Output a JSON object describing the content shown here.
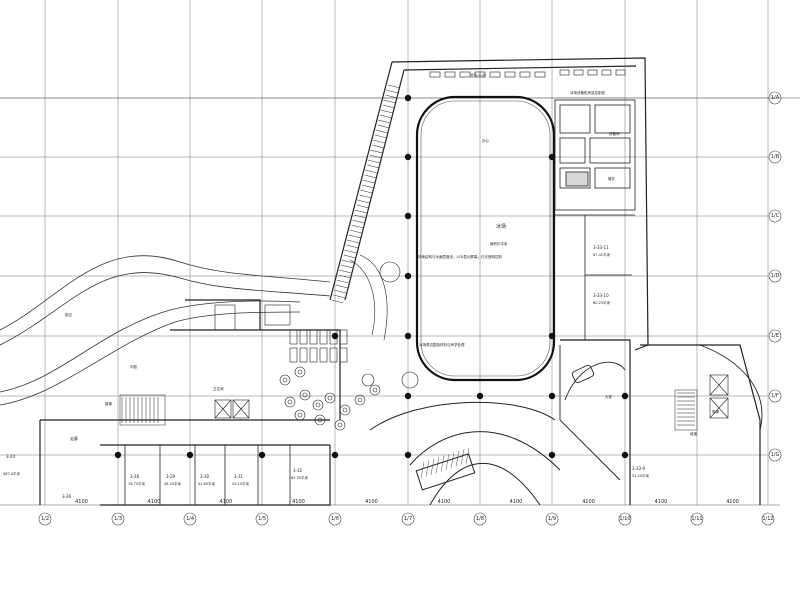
{
  "grid": {
    "cols": [
      "1/2",
      "1/3",
      "1/4",
      "1/5",
      "1/6",
      "1/7",
      "1/8",
      "1/9",
      "1/10",
      "1/11",
      "1/12"
    ],
    "rows": [
      "1/A",
      "1/B",
      "1/C",
      "1/D",
      "1/E",
      "1/F"
    ],
    "col_spans": [
      "4100",
      "4100",
      "4100",
      "4100",
      "4100",
      "4100",
      "4100",
      "4100",
      "4100",
      "4100"
    ]
  },
  "labels": {
    "rink": "冰场",
    "rink_area": "面积约平米",
    "rink_note": "场地结构与冰面层做法；LED显示屏幕；灯光音响控制",
    "rink_note2": "冰场周边围挡材料与声学处理",
    "top_label": "室外平台",
    "top_right": "冰场设备机房及控制室",
    "right_shop1": "3-33-11",
    "right_shop1_area": "67.41平米",
    "right_shop2": "3-33-10",
    "right_shop2_area": "60.23平米",
    "shop_328": "3-28",
    "shop_328_area": "76.75平米",
    "shop_329": "3-29",
    "shop_329_area": "48.20平米",
    "shop_330": "3-30",
    "shop_330_area": "42.60平米",
    "shop_331": "3-31",
    "shop_331_area": "43.15平米",
    "shop_332": "3-32",
    "shop_332_area": "62.35平米",
    "shop_324": "3-24",
    "shop_324_area": "487.4平米",
    "shop_326": "3-26",
    "shop_333_9": "3-33-9",
    "shop_333_9_area": "51.20平米",
    "corridor": "走廊",
    "stair": "楼梯",
    "atrium": "中庭",
    "void": "挑空",
    "elevator": "电梯",
    "pipe_well": "管井",
    "toilet": "卫生间",
    "office": "办公",
    "equip": "设备间",
    "lobby": "大堂",
    "ramp": "坡道"
  }
}
